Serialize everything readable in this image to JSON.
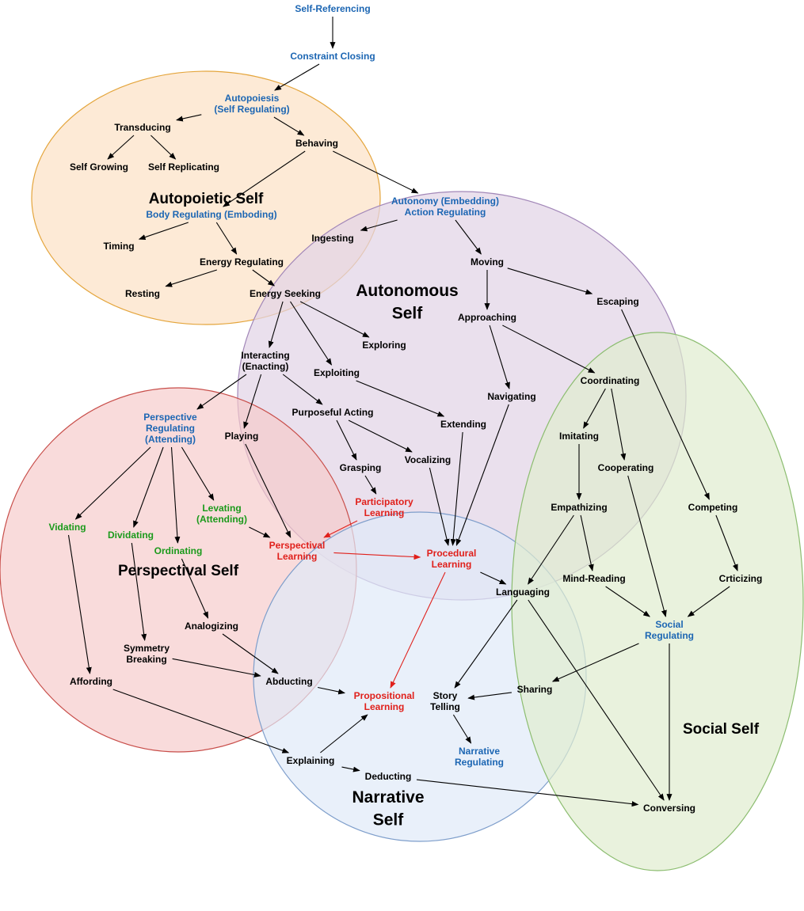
{
  "colors": {
    "black": "#000000",
    "blue": "#1c66b3",
    "red": "#e0201b",
    "green": "#1b9a1b",
    "autopoietic_fill": "#fde6cf",
    "autopoietic_stroke": "#e4a53c",
    "autonomous_fill": "#e2d4e6",
    "autonomous_stroke": "#a287b8",
    "perspectival_fill": "#f6caca",
    "perspectival_stroke": "#c84e4a",
    "narrative_fill": "#dfeaf8",
    "narrative_stroke": "#7e9ecb",
    "social_fill": "#dfeccf",
    "social_stroke": "#8cbd70"
  },
  "regions": {
    "autopoietic": [
      "Autopoietic Self"
    ],
    "autonomous": [
      "Autonomous",
      "Self"
    ],
    "perspectival": [
      "Perspectival Self"
    ],
    "narrative": [
      "Narrative",
      "Self"
    ],
    "social": [
      "Social Self"
    ]
  },
  "nodes": {
    "self_referencing": {
      "lines": [
        "Self-Referencing"
      ],
      "color": "blue"
    },
    "constraint_closing": {
      "lines": [
        "Constraint Closing"
      ],
      "color": "blue"
    },
    "autopoiesis": {
      "lines": [
        "Autopoiesis",
        "(Self Regulating)"
      ],
      "color": "blue"
    },
    "transducing": {
      "lines": [
        "Transducing"
      ],
      "color": "black"
    },
    "behaving": {
      "lines": [
        "Behaving"
      ],
      "color": "black"
    },
    "self_growing": {
      "lines": [
        "Self Growing"
      ],
      "color": "black"
    },
    "self_replicating": {
      "lines": [
        "Self Replicating"
      ],
      "color": "black"
    },
    "body_regulating": {
      "lines": [
        "Body Regulating (Emboding)"
      ],
      "color": "blue"
    },
    "timing": {
      "lines": [
        "Timing"
      ],
      "color": "black"
    },
    "energy_regulating": {
      "lines": [
        "Energy Regulating"
      ],
      "color": "black"
    },
    "resting": {
      "lines": [
        "Resting"
      ],
      "color": "black"
    },
    "energy_seeking": {
      "lines": [
        "Energy Seeking"
      ],
      "color": "black"
    },
    "autonomy": {
      "lines": [
        "Autonomy (Embedding)",
        "Action Regulating"
      ],
      "color": "blue"
    },
    "ingesting": {
      "lines": [
        "Ingesting"
      ],
      "color": "black"
    },
    "moving": {
      "lines": [
        "Moving"
      ],
      "color": "black"
    },
    "escaping": {
      "lines": [
        "Escaping"
      ],
      "color": "black"
    },
    "approaching": {
      "lines": [
        "Approaching"
      ],
      "color": "black"
    },
    "exploring": {
      "lines": [
        "Exploring"
      ],
      "color": "black"
    },
    "interacting": {
      "lines": [
        "Interacting",
        "(Enacting)"
      ],
      "color": "black"
    },
    "exploiting": {
      "lines": [
        "Exploiting"
      ],
      "color": "black"
    },
    "coordinating": {
      "lines": [
        "Coordinating"
      ],
      "color": "black"
    },
    "navigating": {
      "lines": [
        "Navigating"
      ],
      "color": "black"
    },
    "purposeful_acting": {
      "lines": [
        "Purposeful Acting"
      ],
      "color": "black"
    },
    "extending": {
      "lines": [
        "Extending"
      ],
      "color": "black"
    },
    "perspective_regulating": {
      "lines": [
        "Perspective",
        "Regulating",
        "(Attending)"
      ],
      "color": "blue"
    },
    "playing": {
      "lines": [
        "Playing"
      ],
      "color": "black"
    },
    "imitating": {
      "lines": [
        "Imitating"
      ],
      "color": "black"
    },
    "vocalizing": {
      "lines": [
        "Vocalizing"
      ],
      "color": "black"
    },
    "grasping": {
      "lines": [
        "Grasping"
      ],
      "color": "black"
    },
    "cooperating": {
      "lines": [
        "Cooperating"
      ],
      "color": "black"
    },
    "participatory_learning": {
      "lines": [
        "Participatory",
        "Learning"
      ],
      "color": "red"
    },
    "levating": {
      "lines": [
        "Levating",
        "(Attending)"
      ],
      "color": "green"
    },
    "empathizing": {
      "lines": [
        "Empathizing"
      ],
      "color": "black"
    },
    "competing": {
      "lines": [
        "Competing"
      ],
      "color": "black"
    },
    "vidating": {
      "lines": [
        "Vidating"
      ],
      "color": "green"
    },
    "dividating": {
      "lines": [
        "Dividating"
      ],
      "color": "green"
    },
    "ordinating": {
      "lines": [
        "Ordinating"
      ],
      "color": "green"
    },
    "perspectival_learning": {
      "lines": [
        "Perspectival",
        "Learning"
      ],
      "color": "red"
    },
    "procedural_learning": {
      "lines": [
        "Procedural",
        "Learning"
      ],
      "color": "red"
    },
    "mind_reading": {
      "lines": [
        "Mind-Reading"
      ],
      "color": "black"
    },
    "criticizing": {
      "lines": [
        "Crticizing"
      ],
      "color": "black"
    },
    "languaging": {
      "lines": [
        "Languaging"
      ],
      "color": "black"
    },
    "analogizing": {
      "lines": [
        "Analogizing"
      ],
      "color": "black"
    },
    "social_regulating": {
      "lines": [
        "Social",
        "Regulating"
      ],
      "color": "blue"
    },
    "symmetry_breaking": {
      "lines": [
        "Symmetry",
        "Breaking"
      ],
      "color": "black"
    },
    "affording": {
      "lines": [
        "Affording"
      ],
      "color": "black"
    },
    "abducting": {
      "lines": [
        "Abducting"
      ],
      "color": "black"
    },
    "sharing": {
      "lines": [
        "Sharing"
      ],
      "color": "black"
    },
    "propositional_learning": {
      "lines": [
        "Propositional",
        "Learning"
      ],
      "color": "red"
    },
    "story_telling": {
      "lines": [
        "Story",
        "Telling"
      ],
      "color": "black"
    },
    "narrative_regulating": {
      "lines": [
        "Narrative",
        "Regulating"
      ],
      "color": "blue"
    },
    "explaining": {
      "lines": [
        "Explaining"
      ],
      "color": "black"
    },
    "deducting": {
      "lines": [
        "Deducting"
      ],
      "color": "black"
    },
    "conversing": {
      "lines": [
        "Conversing"
      ],
      "color": "black"
    }
  },
  "edges": [
    {
      "from": "self_referencing",
      "to": "constraint_closing"
    },
    {
      "from": "constraint_closing",
      "to": "autopoiesis"
    },
    {
      "from": "autopoiesis",
      "to": "transducing"
    },
    {
      "from": "autopoiesis",
      "to": "behaving"
    },
    {
      "from": "transducing",
      "to": "self_growing"
    },
    {
      "from": "transducing",
      "to": "self_replicating"
    },
    {
      "from": "behaving",
      "to": "body_regulating"
    },
    {
      "from": "behaving",
      "to": "autonomy"
    },
    {
      "from": "body_regulating",
      "to": "timing"
    },
    {
      "from": "body_regulating",
      "to": "energy_regulating"
    },
    {
      "from": "energy_regulating",
      "to": "resting"
    },
    {
      "from": "energy_regulating",
      "to": "energy_seeking"
    },
    {
      "from": "autonomy",
      "to": "ingesting"
    },
    {
      "from": "autonomy",
      "to": "moving"
    },
    {
      "from": "moving",
      "to": "escaping"
    },
    {
      "from": "moving",
      "to": "approaching"
    },
    {
      "from": "energy_seeking",
      "to": "interacting"
    },
    {
      "from": "energy_seeking",
      "to": "exploiting"
    },
    {
      "from": "energy_seeking",
      "to": "exploring"
    },
    {
      "from": "approaching",
      "to": "coordinating"
    },
    {
      "from": "approaching",
      "to": "navigating"
    },
    {
      "from": "interacting",
      "to": "perspective_regulating"
    },
    {
      "from": "interacting",
      "to": "playing"
    },
    {
      "from": "interacting",
      "to": "purposeful_acting"
    },
    {
      "from": "exploiting",
      "to": "extending"
    },
    {
      "from": "purposeful_acting",
      "to": "grasping"
    },
    {
      "from": "purposeful_acting",
      "to": "vocalizing"
    },
    {
      "from": "grasping",
      "to": "participatory_learning"
    },
    {
      "from": "coordinating",
      "to": "imitating"
    },
    {
      "from": "coordinating",
      "to": "cooperating"
    },
    {
      "from": "imitating",
      "to": "empathizing"
    },
    {
      "from": "escaping",
      "to": "competing"
    },
    {
      "from": "perspective_regulating",
      "to": "vidating"
    },
    {
      "from": "perspective_regulating",
      "to": "dividating"
    },
    {
      "from": "perspective_regulating",
      "to": "ordinating"
    },
    {
      "from": "perspective_regulating",
      "to": "levating"
    },
    {
      "from": "levating",
      "to": "perspectival_learning"
    },
    {
      "from": "playing",
      "to": "perspectival_learning"
    },
    {
      "from": "participatory_learning",
      "to": "perspectival_learning",
      "red": true
    },
    {
      "from": "perspectival_learning",
      "to": "procedural_learning",
      "red": true
    },
    {
      "from": "vocalizing",
      "to": "procedural_learning"
    },
    {
      "from": "extending",
      "to": "procedural_learning"
    },
    {
      "from": "navigating",
      "to": "procedural_learning"
    },
    {
      "from": "procedural_learning",
      "to": "languaging"
    },
    {
      "from": "procedural_learning",
      "to": "propositional_learning",
      "red": true
    },
    {
      "from": "empathizing",
      "to": "languaging"
    },
    {
      "from": "empathizing",
      "to": "mind_reading"
    },
    {
      "from": "mind_reading",
      "to": "social_regulating"
    },
    {
      "from": "cooperating",
      "to": "social_regulating"
    },
    {
      "from": "competing",
      "to": "criticizing"
    },
    {
      "from": "criticizing",
      "to": "social_regulating"
    },
    {
      "from": "social_regulating",
      "to": "sharing"
    },
    {
      "from": "social_regulating",
      "to": "conversing"
    },
    {
      "from": "languaging",
      "to": "story_telling"
    },
    {
      "from": "languaging",
      "to": "conversing"
    },
    {
      "from": "sharing",
      "to": "story_telling"
    },
    {
      "from": "story_telling",
      "to": "narrative_regulating"
    },
    {
      "from": "ordinating",
      "to": "analogizing"
    },
    {
      "from": "dividating",
      "to": "symmetry_breaking"
    },
    {
      "from": "vidating",
      "to": "affording"
    },
    {
      "from": "analogizing",
      "to": "abducting"
    },
    {
      "from": "symmetry_breaking",
      "to": "abducting"
    },
    {
      "from": "abducting",
      "to": "propositional_learning"
    },
    {
      "from": "affording",
      "to": "explaining"
    },
    {
      "from": "explaining",
      "to": "propositional_learning"
    },
    {
      "from": "explaining",
      "to": "deducting"
    },
    {
      "from": "deducting",
      "to": "conversing"
    }
  ]
}
